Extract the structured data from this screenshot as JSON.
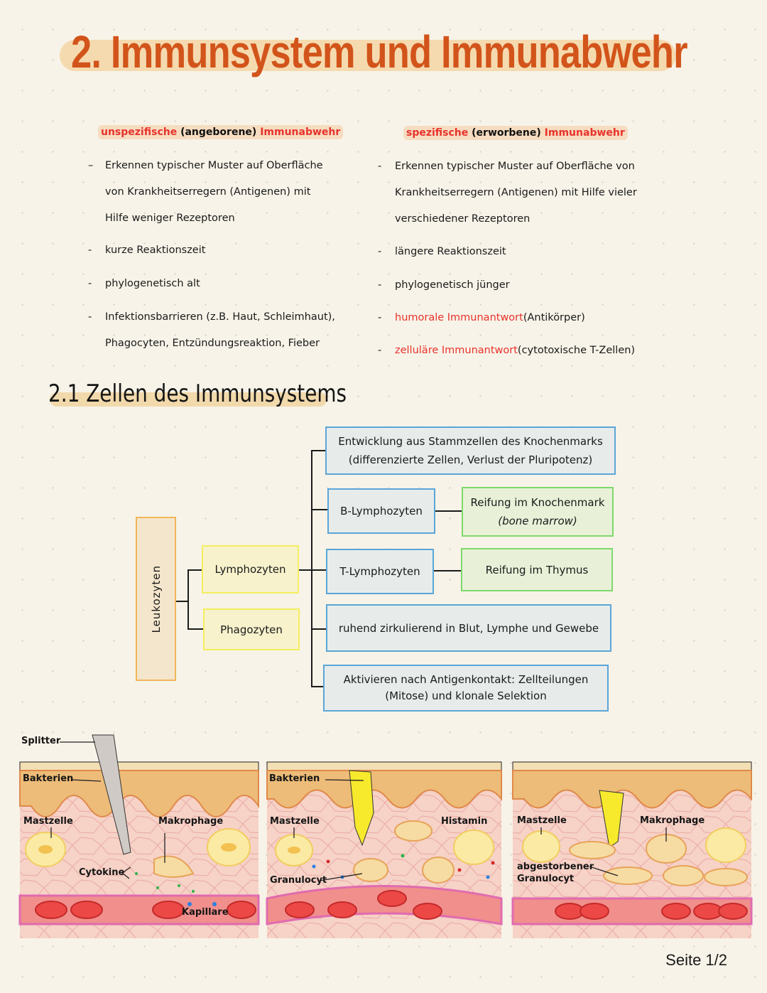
{
  "title": "2. Immunsystem und Immunabwehr",
  "comparison": {
    "left": {
      "heading": {
        "part1": "unspezifische",
        "part2": "(angeborene)",
        "part3": "Immunabwehr"
      },
      "bullets": [
        {
          "lines": [
            "Erkennen typischer Muster auf Oberfläche",
            "von Krankheitserregern (Antigenen) mit",
            "Hilfe weniger Rezeptoren"
          ]
        },
        {
          "lines": [
            "kurze Reaktionszeit"
          ]
        },
        {
          "lines": [
            "phylogenetisch alt"
          ]
        },
        {
          "lines": [
            "Infektionsbarrieren (z.B. Haut, Schleimhaut),",
            "Phagocyten, Entzündungsreaktion, Fieber"
          ]
        }
      ]
    },
    "right": {
      "heading": {
        "part1": "spezifische",
        "part2": "(erworbene)",
        "part3": "Immunabwehr"
      },
      "bullets": [
        {
          "lines": [
            "Erkennen typischer Muster auf Oberfläche von",
            "Krankheitserregern (Antigenen) mit Hilfe vieler",
            "verschiedener Rezeptoren"
          ]
        },
        {
          "lines": [
            "längere Reaktionszeit"
          ]
        },
        {
          "lines": [
            "phylogenetisch jünger"
          ]
        },
        {
          "red": "humorale Immunantwort",
          "black": "(Antikörper)"
        },
        {
          "red": "zelluläre Immunantwort",
          "black": "(cytotoxische T-Zellen)"
        }
      ]
    }
  },
  "section": {
    "title": "2.1 Zellen des Immunsystems"
  },
  "diagram": {
    "root": "Leukozyten",
    "level1": [
      "Lymphozyten",
      "Phagozyten"
    ],
    "facts": {
      "origin": [
        "Entwicklung aus Stammzellen des Knochenmarks",
        "(differenzierte Zellen, Verlust der Pluripotenz)"
      ],
      "b_cells": "B-Lymphozyten",
      "b_maturation": [
        "Reifung im Knochenmark",
        "(bone marrow)"
      ],
      "t_cells": "T-Lymphozyten",
      "t_maturation": "Reifung im Thymus",
      "circulation": "ruhend zirkulierend in Blut, Lymphe und Gewebe",
      "activation": [
        "Aktivieren nach Antigenkontakt: Zellteilungen",
        "(Mitose) und klonale Selektion"
      ]
    }
  },
  "illustration": {
    "panel1": {
      "labels": [
        "Splitter",
        "Bakterien",
        "Mastzelle",
        "Makrophage",
        "Cytokine",
        "Kapillare"
      ]
    },
    "panel2": {
      "labels": [
        "Bakterien",
        "Mastzelle",
        "Histamin",
        "Granulocyt"
      ]
    },
    "panel3": {
      "labels": [
        "Mastzelle",
        "Makrophage",
        "abgestorbener",
        "Granulocyt"
      ]
    }
  },
  "colors": {
    "title": "#d2541a",
    "accent_red": "#e8322b",
    "blue_box": "#5aa6d8",
    "green_box": "#7ed96b",
    "yellow_box": "#f4ee60",
    "orange_box": "#f1b659"
  },
  "footer": {
    "page": "Seite 1/2"
  }
}
